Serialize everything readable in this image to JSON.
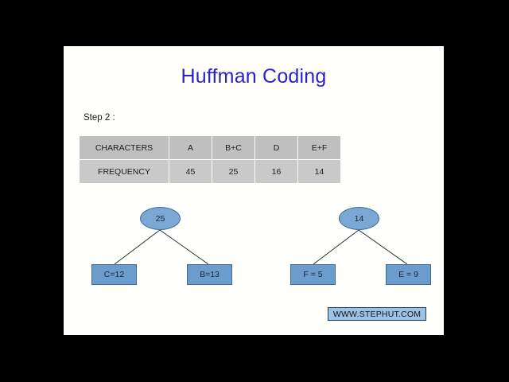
{
  "slide": {
    "title": "Huffman Coding",
    "step_label": "Step 2 :",
    "title_color": "#2a22cc",
    "background_color": "#fffffb",
    "letterbox_color": "#000000"
  },
  "table": {
    "header_fill": "#bfbfbf",
    "body_fill": "#c9c9c9",
    "rows": [
      {
        "label": "CHARACTERS",
        "cells": [
          "A",
          "B+C",
          "D",
          "E+F"
        ]
      },
      {
        "label": "FREQUENCY",
        "cells": [
          "45",
          "25",
          "16",
          "14"
        ]
      }
    ]
  },
  "trees": [
    {
      "name": "left-tree",
      "root": "25",
      "left_child": "C=12",
      "right_child": "B=13"
    },
    {
      "name": "right-tree",
      "root": "14",
      "left_child": "F = 5",
      "right_child": "E = 9"
    }
  ],
  "node_colors": {
    "ellipse_fill": "#7ba7d4",
    "ellipse_border": "#40699c",
    "box_fill": "#6c9ccb",
    "box_border": "#41699c",
    "edge_line": "#2b2b2b"
  },
  "watermark": {
    "text": "WWW.STEPHUT.COM",
    "fill": "#9cc3e5",
    "border": "#1e3a5f"
  }
}
